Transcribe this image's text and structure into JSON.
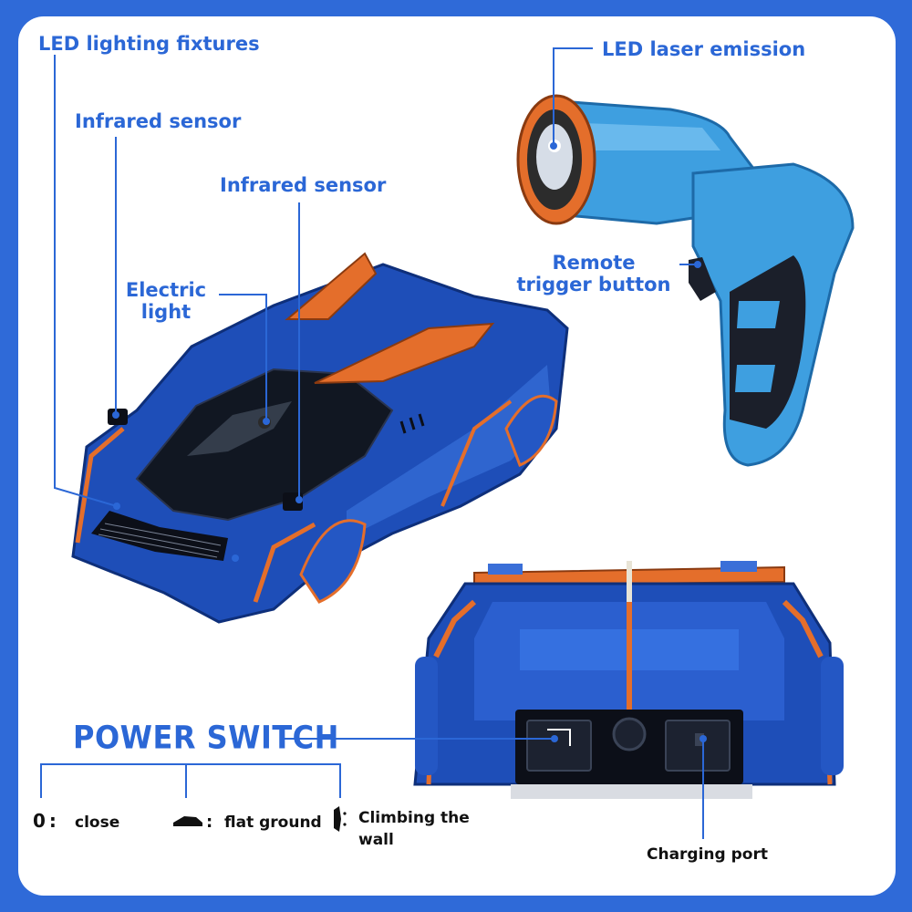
{
  "colors": {
    "accent_blue": "#2b67d6",
    "car_blue": "#1e4eb8",
    "gun_blue": "#3e9fe0",
    "orange": "#e46e2b",
    "frame_blue": "#2f6ad8"
  },
  "labels": {
    "led_lighting_fixtures": "LED lighting fixtures",
    "infrared_sensor_1": "Infrared sensor",
    "infrared_sensor_2": "Infrared sensor",
    "electric_light_line1": "Electric",
    "electric_light_line2": "light",
    "led_laser_emission": "LED laser emission",
    "remote_line1": "Remote",
    "remote_line2": "trigger button",
    "power_switch": "POWER SWITCH",
    "charging_port": "Charging port"
  },
  "switch_modes": {
    "close_symbol": "0:",
    "close_label": "close",
    "flat_label": "flat ground",
    "climb_line1": "Climbing the",
    "climb_line2": "wall"
  },
  "icons": {
    "close": "power-off-icon",
    "flat": "car-flat-icon",
    "climb": "car-climb-icon"
  }
}
